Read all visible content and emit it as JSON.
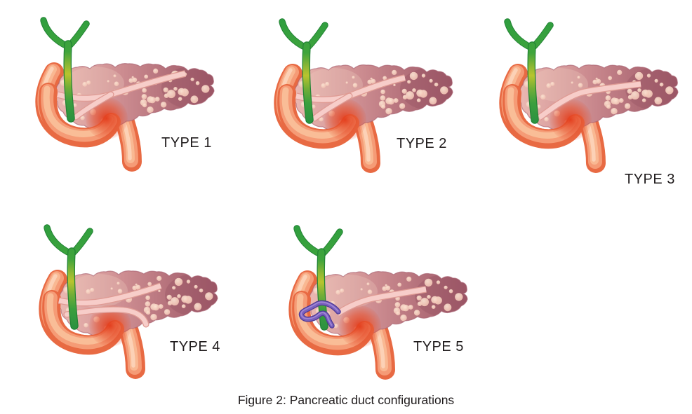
{
  "figure": {
    "caption": "Figure 2: Pancreatic duct configurations"
  },
  "panels": [
    {
      "label": "TYPE 1",
      "variant": "t1",
      "duct_pattern": "bifid duct with accessory branch, main duct reaches tail tip"
    },
    {
      "label": "TYPE 2",
      "variant": "t2",
      "duct_pattern": "bifid duct with accessory branch, main duct ends mid-body"
    },
    {
      "label": "TYPE 3",
      "variant": "t3",
      "duct_pattern": "single angulated duct, no accessory branch"
    },
    {
      "label": "TYPE 4",
      "variant": "t4",
      "duct_pattern": "two parallel ducts crossing the bile duct"
    },
    {
      "label": "TYPE 5",
      "variant": "t5",
      "duct_pattern": "sigmoid loop duct wrapping around the bile duct"
    }
  ],
  "colors": {
    "background": "#ffffff",
    "pancreas_light": "#e9b6b0",
    "pancreas_mid": "#cd8d91",
    "pancreas_dark": "#a15a6a",
    "pancreas_outline": "#a8606e",
    "duodenum": "#f59b76",
    "duodenum_deep": "#e86a43",
    "duodenum_light": "#f9b892",
    "duodenum_highlight": "#fcd4ba",
    "blush_red": "#e33a19",
    "duct_pink": "#f7cdc9",
    "duct_pink_edge": "#df9b94",
    "bile_duct_green": "#2f9e3f",
    "bile_duct_green_dark": "#228335",
    "bile_duct_yellow": "#b8c42e",
    "accessory_duct_purple": "#7a60bd",
    "accessory_duct_purple_dark": "#4e3a96",
    "dot_light": "#fbe4d3",
    "dot_edge": "#efbcad",
    "label_text": "#201c1d"
  }
}
